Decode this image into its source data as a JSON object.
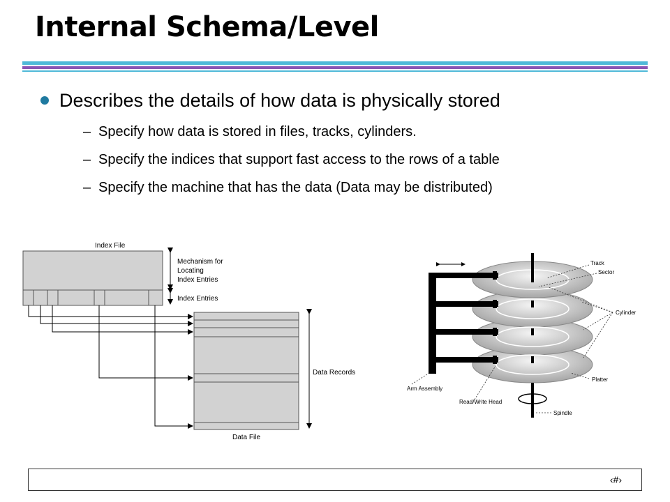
{
  "slide": {
    "title": "Internal Schema/Level",
    "bullet": "Describes the details of how data is physically stored",
    "sub_bullets": [
      "Specify how data is stored in files, tracks, cylinders.",
      "Specify the indices that support fast access to the rows of a table",
      "Specify the machine that has the data (Data may be distributed)"
    ],
    "dash": "–",
    "page_number": "‹#›",
    "colors": {
      "bullet": "#1f7aa0",
      "rule_cyan": "#4fb9d8",
      "rule_purple": "#8a55b4"
    }
  },
  "index_diagram": {
    "index_file": "Index File",
    "mechanism": [
      "Mechanism for",
      "Locating",
      "Index Entries"
    ],
    "index_entries": "Index Entries",
    "data_records": "Data Records",
    "data_file": "Data File"
  },
  "disk_diagram": {
    "track": "Track",
    "sector": "Sector",
    "cylinder": "Cylinder",
    "platter": "Platter",
    "arm_assembly": "Arm Assembly",
    "read_write_head": "Read/Write Head",
    "spindle": "Spindle"
  }
}
